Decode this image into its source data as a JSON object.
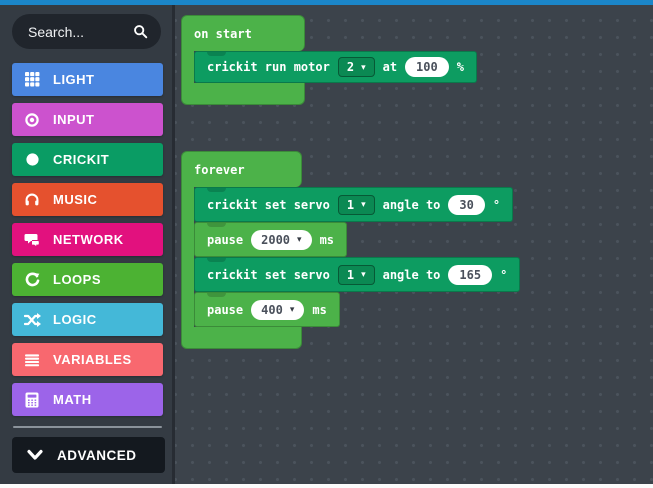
{
  "colors": {
    "top_bar": "#1B86C9",
    "workspace_bg": "#3C434B",
    "sidebar_bg": "#343B43",
    "loops_block_green": "#4CB249",
    "crickit_block_teal": "#0D9C61"
  },
  "sidebar": {
    "search": {
      "placeholder": "Search..."
    },
    "categories": [
      {
        "label": "LIGHT",
        "color": "#4A86E0",
        "icon": "grid-icon"
      },
      {
        "label": "INPUT",
        "color": "#CC52CE",
        "icon": "target-icon"
      },
      {
        "label": "CRICKIT",
        "color": "#0A9C64",
        "icon": "circle-icon"
      },
      {
        "label": "MUSIC",
        "color": "#E5512E",
        "icon": "headphones-icon"
      },
      {
        "label": "NETWORK",
        "color": "#E2117E",
        "icon": "chat-icon"
      },
      {
        "label": "LOOPS",
        "color": "#4CB233",
        "icon": "refresh-icon"
      },
      {
        "label": "LOGIC",
        "color": "#44B8D8",
        "icon": "shuffle-icon"
      },
      {
        "label": "VARIABLES",
        "color": "#F8686F",
        "icon": "list-icon"
      },
      {
        "label": "MATH",
        "color": "#9C64E9",
        "icon": "calculator-icon"
      }
    ],
    "advanced": {
      "label": "ADVANCED",
      "icon": "chevron-down-icon"
    }
  },
  "workspace": {
    "on_start": {
      "label": "on start",
      "run_motor": {
        "text": "crickit run motor",
        "motor_number": "2",
        "at_label": "at",
        "power_value": "100",
        "unit": "%"
      }
    },
    "forever": {
      "label": "forever",
      "servo1": {
        "text": "crickit set servo",
        "servo_number": "1",
        "angle_label": "angle to",
        "angle_value": "30",
        "unit": "°"
      },
      "pause1": {
        "text": "pause",
        "value": "2000",
        "unit": "ms"
      },
      "servo2": {
        "text": "crickit set servo",
        "servo_number": "1",
        "angle_label": "angle to",
        "angle_value": "165",
        "unit": "°"
      },
      "pause2": {
        "text": "pause",
        "value": "400",
        "unit": "ms"
      }
    }
  }
}
